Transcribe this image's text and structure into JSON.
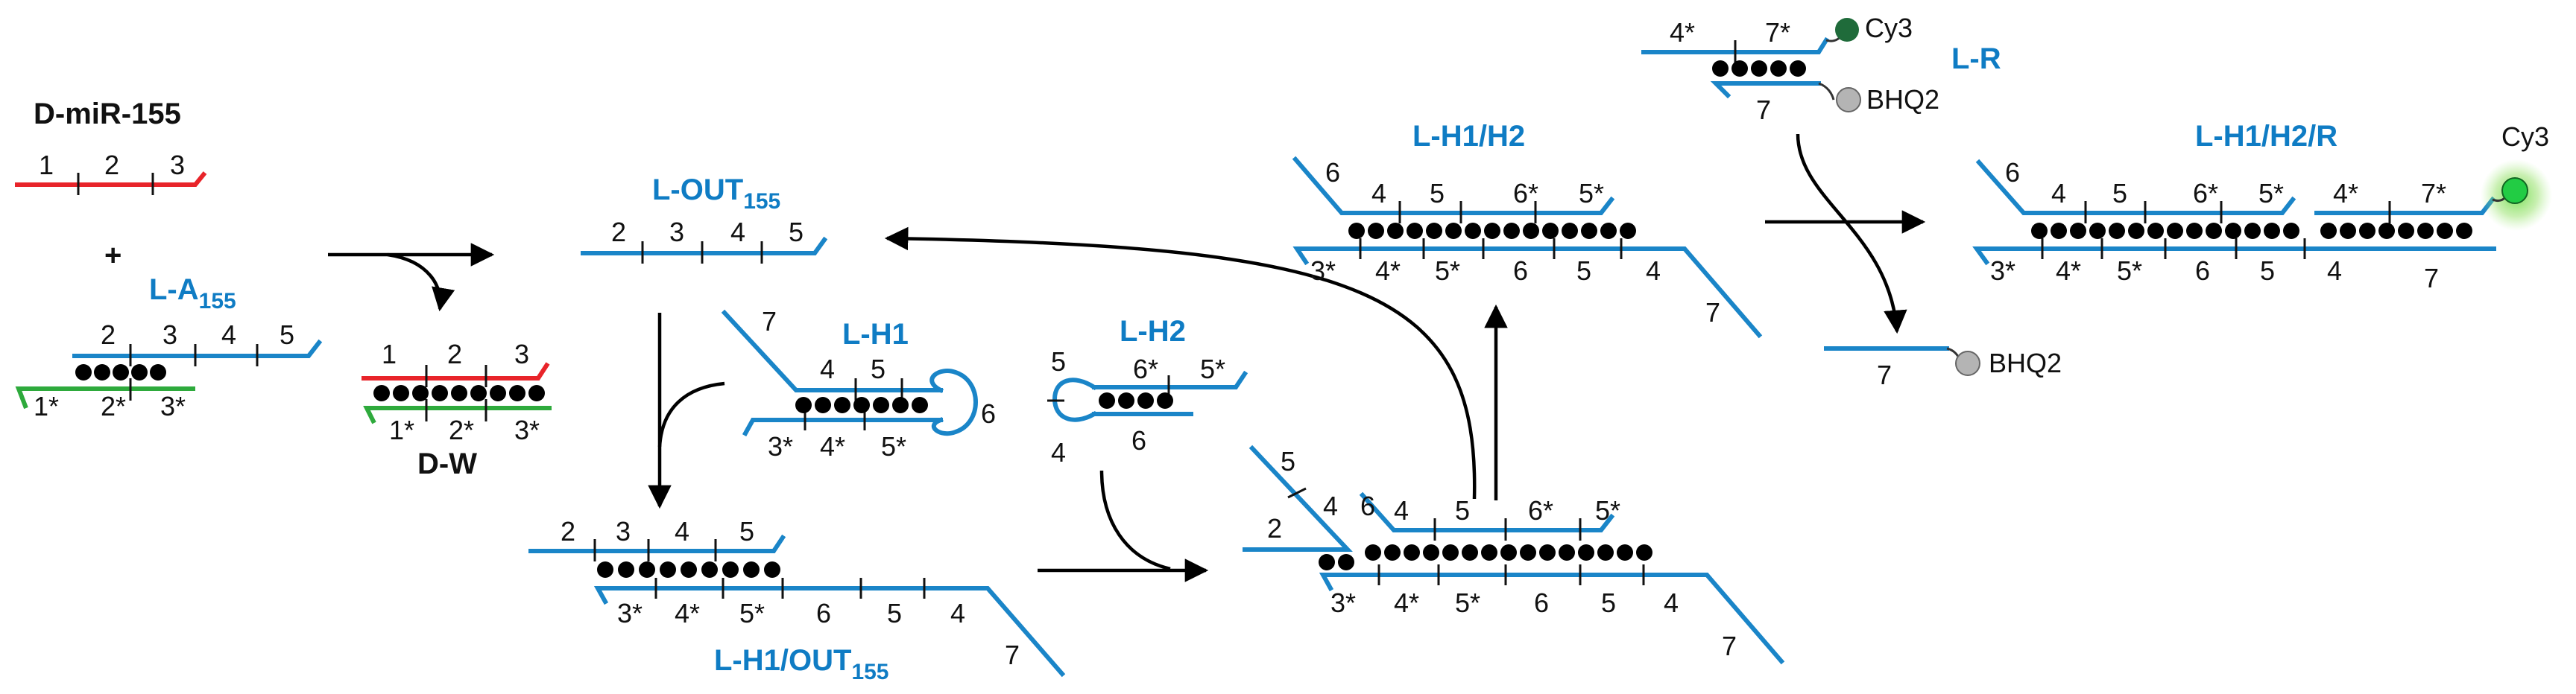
{
  "labels": {
    "d_mir155": "D-miR-155",
    "plus": "+",
    "l_a155": "L-A",
    "l_a155_sub": "155",
    "d_w": "D-W",
    "l_out155": "L-OUT",
    "l_out155_sub": "155",
    "l_h1": "L-H1",
    "l_h2": "L-H2",
    "l_h1_out155": "L-H1/OUT",
    "l_h1_out155_sub": "155",
    "l_h1h2": "L-H1/H2",
    "l_r": "L-R",
    "l_h1h2r": "L-H1/H2/R",
    "cy3": "Cy3",
    "bhq2": "BHQ2"
  },
  "domains": {
    "d1": "1",
    "d2": "2",
    "d3": "3",
    "d4": "4",
    "d5": "5",
    "d6": "6",
    "d7": "7",
    "d1s": "1*",
    "d2s": "2*",
    "d3s": "3*",
    "d4s": "4*",
    "d5s": "5*",
    "d6s": "6*",
    "d7s": "7*"
  },
  "colors": {
    "l_strand": "#1a85c8",
    "d_mir_strand": "#e8242a",
    "d_complement_strand": "#2eaa3c",
    "cy3_quenched": "#1f6b3a",
    "cy3_fluorescent": "#22cc44",
    "bhq2": "#b4b4b4",
    "label_blue": "#0f7cc4"
  }
}
